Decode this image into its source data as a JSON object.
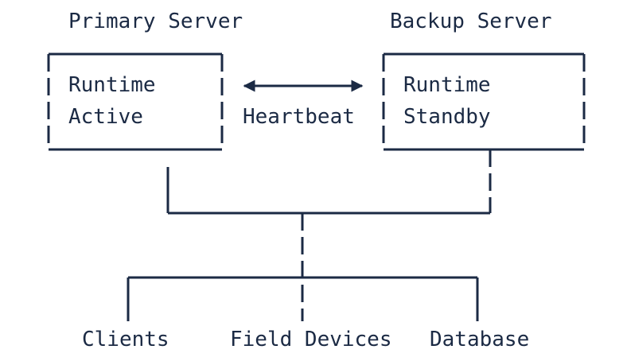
{
  "colors": {
    "ink": "#1b2a44",
    "background": "#ffffff"
  },
  "primary": {
    "title": "Primary Server",
    "line1": "Runtime",
    "line2": "Active"
  },
  "backup": {
    "title": "Backup Server",
    "line1": "Runtime",
    "line2": "Standby"
  },
  "link": {
    "label": "Heartbeat"
  },
  "endpoints": {
    "clients": "Clients",
    "field_devices": "Field Devices",
    "database": "Database"
  }
}
